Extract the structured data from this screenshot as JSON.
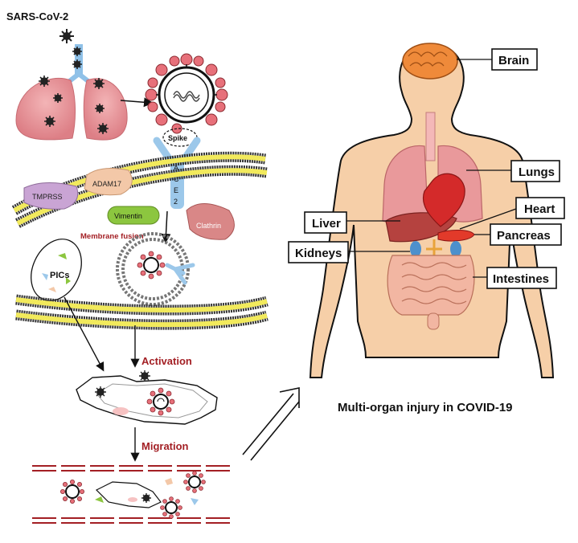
{
  "virus_label": "SARS-CoV-2",
  "spike_label": "Spike",
  "ace2_letters": [
    "A",
    "C",
    "E",
    "2"
  ],
  "proteases": {
    "tmprss": "TMPRSS",
    "adam17": "ADAM17",
    "vimentin": "Vimentin",
    "clathrin": "Clathrin"
  },
  "membrane_fusion": "Membrane fusion",
  "pics": "PICs",
  "activation": "Activation",
  "migration": "Migration",
  "organs": {
    "brain": "Brain",
    "lungs": "Lungs",
    "heart": "Heart",
    "liver": "Liver",
    "pancreas": "Pancreas",
    "kidneys": "Kidneys",
    "intestines": "Intestines"
  },
  "caption": "Multi-organ injury in COVID-19",
  "colors": {
    "accent_red": "#a31f24",
    "virus_red": "#d9534f",
    "membrane_yellow": "#f2ea5c",
    "body_skin": "#f6cfa8",
    "lung_pink": "#e8949a"
  }
}
